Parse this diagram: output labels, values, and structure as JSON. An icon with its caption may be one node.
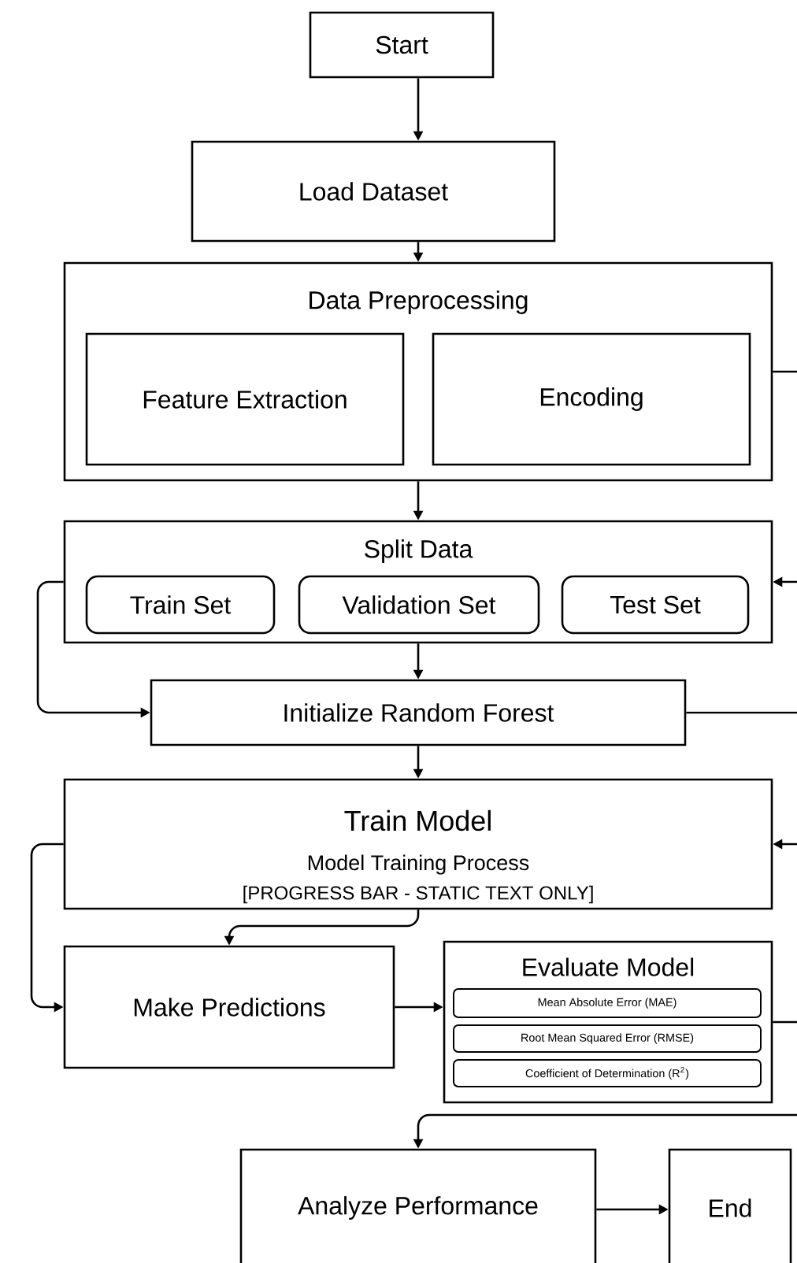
{
  "diagram": {
    "nodes": [
      {
        "text": [
          "Start"
        ]
      },
      {
        "text": [
          "Load Dataset"
        ]
      },
      {
        "text": [
          "Data Preprocessing"
        ]
      },
      {
        "text": [
          "Feature Extraction"
        ],
        "in": 2
      },
      {
        "text": [
          "Encoding"
        ],
        "in": 2
      },
      {
        "text": [
          "Split Data"
        ]
      },
      {
        "text": [
          "Train Set"
        ],
        "in": 5
      },
      {
        "text": [
          "Validation Set"
        ],
        "in": 5
      },
      {
        "text": [
          "Test Set"
        ],
        "in": 5
      },
      {
        "text": [
          "Initialize Random Forest"
        ]
      },
      {
        "text": [
          "Train Model",
          "Model Training Process",
          "[PROGRESS BAR - STATIC TEXT ONLY]"
        ]
      },
      {
        "text": [
          "Make Predictions"
        ]
      },
      {
        "text": [
          "Evaluate Model"
        ]
      },
      {
        "text": [
          "Mean Absolute Error (MAE)"
        ],
        "in": 12
      },
      {
        "text": [
          "Root Mean Squared Error (RMSE)"
        ],
        "in": 12
      },
      {
        "text": [
          "Coefficient of Determination (R$^{2}$)"
        ],
        "in": 12
      },
      {
        "text": [
          "Analyze Performance"
        ]
      },
      {
        "text": [
          "End"
        ]
      }
    ],
    "edges": [
      {
        "from": 0,
        "to": 1,
        "arrow": "to"
      },
      {
        "from": 1,
        "to": 2,
        "arrow": "to"
      },
      {
        "from": 2,
        "to": 5,
        "arrow": "to"
      },
      {
        "from": 5,
        "to": 9,
        "arrow": "to"
      },
      {
        "from": 5,
        "to": 9,
        "arrow": "to"
      },
      {
        "from": 9,
        "to": 10,
        "arrow": "to"
      },
      {
        "from": 10,
        "to": 11,
        "arrow": "to"
      },
      {
        "from": 10,
        "to": 11,
        "arrow": "to"
      },
      {
        "from": 11,
        "to": 12,
        "arrow": "to"
      },
      {
        "from": 12,
        "to": null,
        "arrow": "none"
      },
      {
        "from": null,
        "to": 16,
        "arrow": "to"
      },
      {
        "from": 16,
        "to": 17,
        "arrow": "to"
      },
      {
        "from": 2,
        "to": null,
        "arrow": "none"
      },
      {
        "from": null,
        "to": 5,
        "arrow": "to"
      },
      {
        "from": 9,
        "to": null,
        "arrow": "none"
      },
      {
        "from": null,
        "to": 10,
        "arrow": "to"
      }
    ]
  }
}
